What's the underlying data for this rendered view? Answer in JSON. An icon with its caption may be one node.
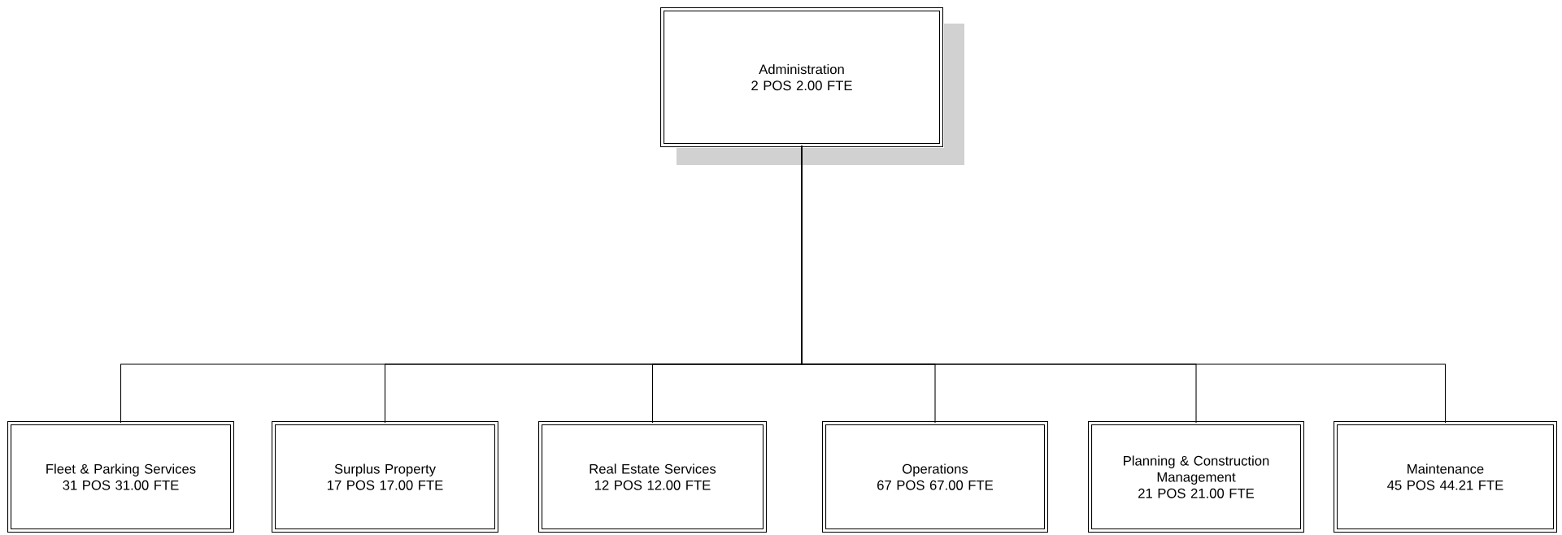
{
  "diagram": {
    "nodes": [
      {
        "text": [
          "Administration",
          "2 POS 2.00 FTE"
        ]
      },
      {
        "text": [
          "Fleet & Parking Services",
          "31 POS 31.00 FTE"
        ]
      },
      {
        "text": [
          "Surplus Property",
          "17 POS 17.00 FTE"
        ]
      },
      {
        "text": [
          "Real Estate Services",
          "12 POS 12.00 FTE"
        ]
      },
      {
        "text": [
          "Operations",
          "67 POS 67.00 FTE"
        ]
      },
      {
        "text": [
          "Planning & Construction Management",
          "21 POS 21.00 FTE"
        ]
      },
      {
        "text": [
          "Maintenance",
          "45 POS 44.21 FTE"
        ]
      }
    ],
    "edges": [
      {
        "from": 0,
        "to": 1,
        "arrow": "none"
      },
      {
        "from": 0,
        "to": 2,
        "arrow": "none"
      },
      {
        "from": 0,
        "to": 3,
        "arrow": "none"
      },
      {
        "from": 0,
        "to": 4,
        "arrow": "none"
      },
      {
        "from": 0,
        "to": 5,
        "arrow": "none"
      },
      {
        "from": 0,
        "to": 6,
        "arrow": "none"
      }
    ]
  }
}
